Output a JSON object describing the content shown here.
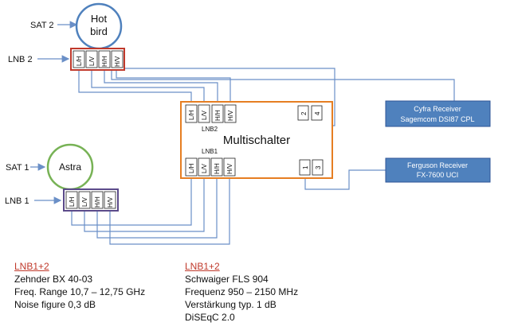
{
  "satellites": [
    {
      "id": "sat2",
      "side_label": "SAT 2",
      "name_lines": [
        "Hot",
        "bird"
      ],
      "color": "#4f81bd"
    },
    {
      "id": "sat1",
      "side_label": "SAT 1",
      "name_lines": [
        "Astra"
      ],
      "color": "#77b255"
    }
  ],
  "lnbs": [
    {
      "id": "lnb2",
      "label": "LNB 2",
      "ports": [
        "L/H",
        "L/V",
        "H/H",
        "H/V"
      ],
      "border_color": "#c0392b"
    },
    {
      "id": "lnb1",
      "label": "LNB 1",
      "ports": [
        "L/H",
        "L/V",
        "H/H",
        "H/V"
      ],
      "border_color": "#5b4a8a"
    }
  ],
  "multiswitch": {
    "title": "Multischalter",
    "border_color": "#e67e22",
    "inputs_lnb2": {
      "label": "LNB2",
      "ports": [
        "L/H",
        "L/V",
        "H/H",
        "H/V"
      ]
    },
    "inputs_lnb1": {
      "label": "LNB1",
      "ports": [
        "L/H",
        "L/V",
        "H/H",
        "H/V"
      ]
    },
    "outputs_top": [
      "2",
      "4"
    ],
    "outputs_bottom": [
      "1",
      "3"
    ]
  },
  "receivers": [
    {
      "id": "cyfra",
      "lines": [
        "Cyfra Receiver",
        "Sagemcom DSI87 CPL"
      ],
      "fill": "#4f81bd"
    },
    {
      "id": "ferguson",
      "lines": [
        "Ferguson Receiver",
        "FX-7600 UCI"
      ],
      "fill": "#4f81bd"
    }
  ],
  "notes_left": {
    "heading": "LNB1+2",
    "lines": [
      "Zehnder BX 40-03",
      "Freq. Range 10,7 – 12,75 GHz",
      "Noise figure 0,3 dB"
    ]
  },
  "notes_right": {
    "heading": "LNB1+2",
    "lines": [
      "Schwaiger FLS 904",
      "Frequenz 950 – 2150 MHz",
      "Verstärkung typ. 1 dB",
      "DiSEqC 2.0"
    ]
  },
  "colors": {
    "cable": "#6a8fc7",
    "arrow": "#6a8fc7"
  }
}
